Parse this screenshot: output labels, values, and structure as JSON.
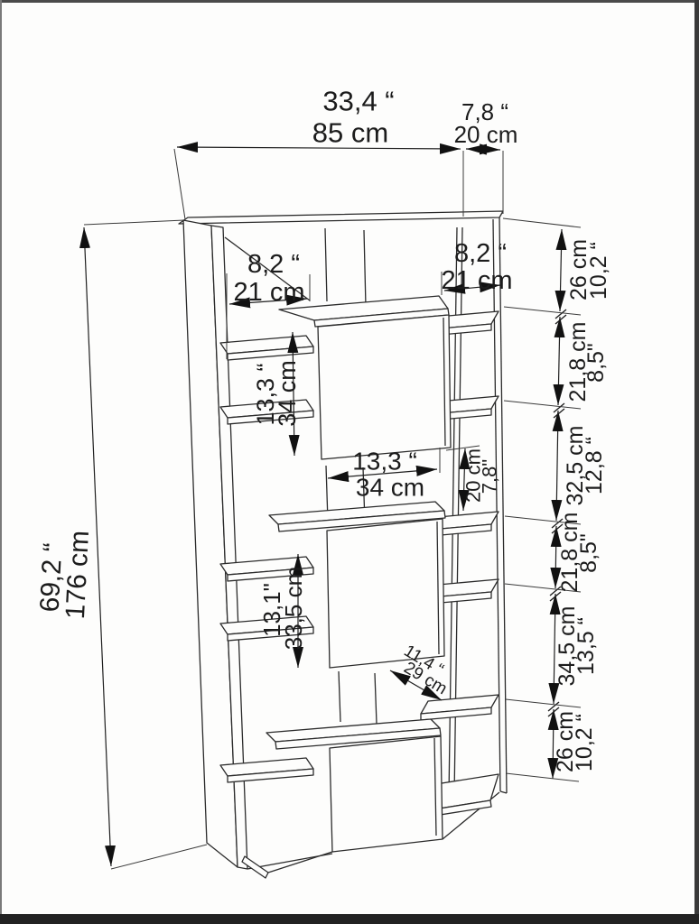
{
  "labels": {
    "top_width_in": "33,4 “",
    "top_width_cm": "85 cm",
    "top_depth_in": "7,8 “",
    "top_depth_cm": "20 cm",
    "height_in": "69,2 “",
    "height_cm": "176 cm",
    "left_opening_in": "8,2 “",
    "left_opening_cm": "21 cm",
    "right_opening_in": "8,2 “",
    "right_opening_cm": "21 cm",
    "box1_height_in": "13,3 “",
    "box1_height_cm": "34 cm",
    "center_width_in": "13,3 “",
    "center_width_cm": "34 cm",
    "center_depth_in": "7,8\"",
    "center_depth_cm": "20 cm",
    "box2_height_in": "13,1\"",
    "box2_height_cm": "33,5 cm",
    "shelf_depth_in": "11,4 “",
    "shelf_depth_cm": "29 cm"
  },
  "right_sections": [
    {
      "in": "10,2 “",
      "cm": "26 cm"
    },
    {
      "in": "8,5\"",
      "cm": "21,8 cm"
    },
    {
      "in": "12,8 “",
      "cm": "32,5 cm"
    },
    {
      "in": "8,5\"",
      "cm": "21,8 cm"
    },
    {
      "in": "13,5 “",
      "cm": "34,5 cm"
    },
    {
      "in": "10,2 “",
      "cm": "26 cm"
    }
  ],
  "colors": {
    "line": "#2b2b2b",
    "text": "#1c1c1c",
    "background": "#fdfdfc",
    "border": "#2e2e2e"
  }
}
